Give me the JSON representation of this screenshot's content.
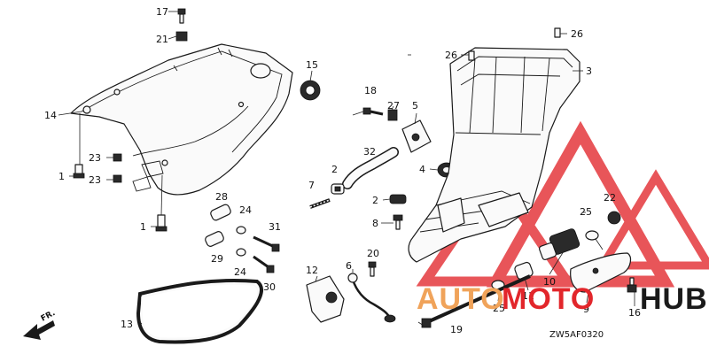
{
  "diagram": {
    "code": "ZW5AF0320",
    "direction_label": "FR.",
    "callouts": [
      "17",
      "21",
      "15",
      "14",
      "1",
      "23",
      "23",
      "28",
      "24",
      "31",
      "1",
      "29",
      "24",
      "30",
      "2",
      "7",
      "18",
      "27",
      "5",
      "32",
      "4",
      "2",
      "8",
      "26",
      "26",
      "3",
      "22",
      "25",
      "12",
      "6",
      "20",
      "10",
      "11",
      "25",
      "9",
      "16",
      "13",
      "19"
    ]
  },
  "watermark": {
    "part1": "AUTO",
    "part2": "MOTO",
    "part3": "HUB",
    "colors": {
      "part1": "#f0a35a",
      "part2": "#e2262b",
      "part3": "#1a1a1a"
    }
  }
}
